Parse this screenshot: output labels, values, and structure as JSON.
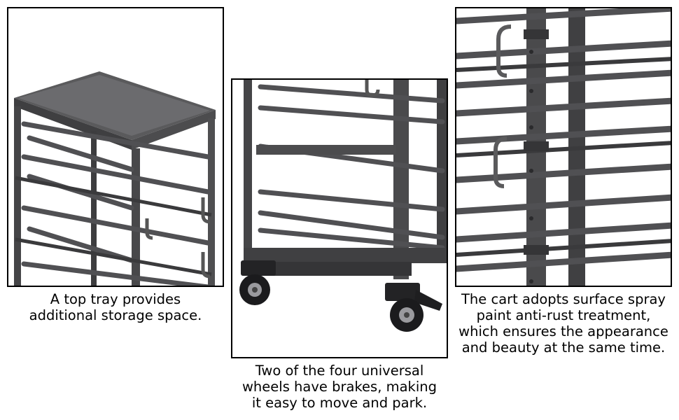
{
  "panels": [
    {
      "caption": [
        "A top tray provides",
        "additional storage space."
      ]
    },
    {
      "caption": [
        "Two of the four universal",
        "wheels have brakes, making",
        "it easy to move and park."
      ]
    },
    {
      "caption": [
        "The cart adopts surface spray",
        "paint anti-rust treatment,",
        "which ensures the appearance",
        "and beauty at the same time."
      ]
    }
  ],
  "colors": {
    "frame": "#4a4a4c",
    "frame_dark": "#2e2e30",
    "frame_light": "#707074",
    "border": "#000000"
  },
  "icons": [
    "rack-image",
    "wheel-image",
    "rack-detail-image"
  ]
}
